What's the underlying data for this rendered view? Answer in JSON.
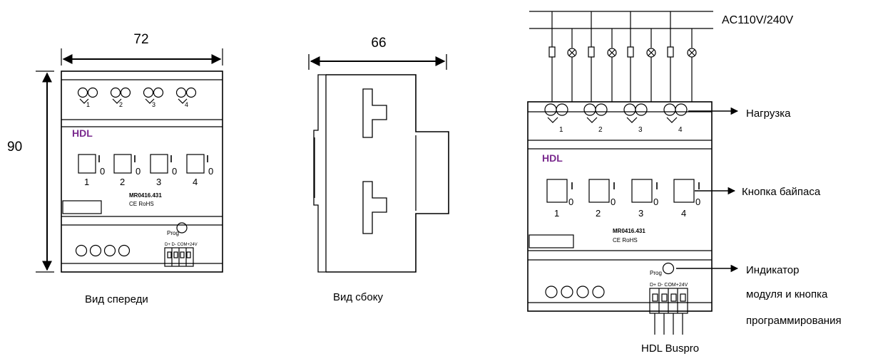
{
  "dimensions": {
    "width": "72",
    "height": "90",
    "depth": "66"
  },
  "captions": {
    "front_view": "Вид спереди",
    "side_view": "Вид сбоку"
  },
  "supply": "AC110V/240V",
  "device": {
    "brand": "HDL",
    "model": "MR0416.431",
    "cert": "CE RoHS",
    "channels": [
      "1",
      "2",
      "3",
      "4"
    ],
    "switch_on": "I",
    "switch_off": "0",
    "prog": "Prog",
    "bus_terminals": "D+ D- COM+24V"
  },
  "callouts": {
    "load": "Нагрузка",
    "bypass": "Кнопка байпаса",
    "indicator_line1": "Индикатор",
    "indicator_line2": "модуля и кнопка",
    "indicator_line3": "программирования",
    "bus": "HDL Buspro"
  }
}
